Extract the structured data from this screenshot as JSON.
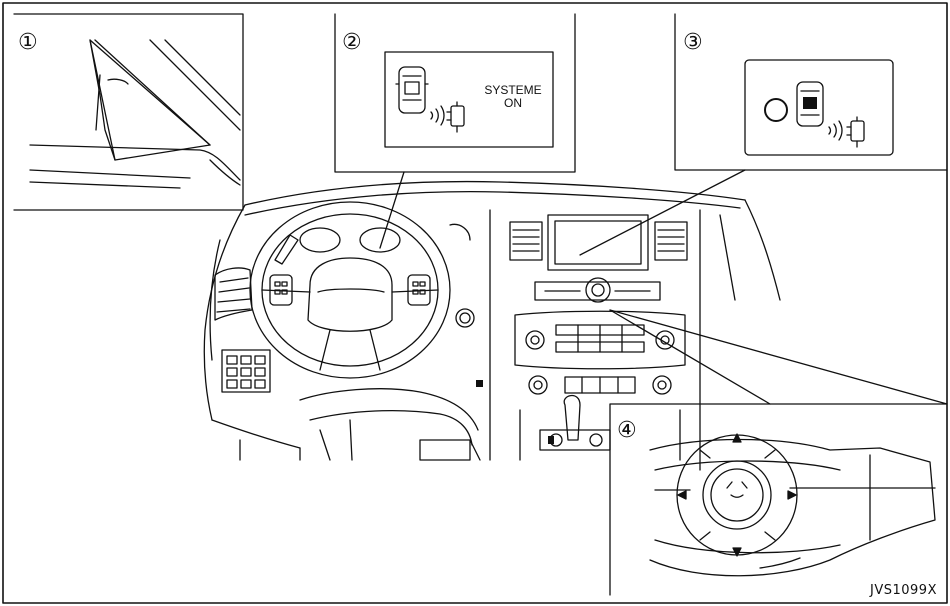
{
  "callouts": {
    "one": "①",
    "two": "②",
    "three": "③",
    "four": "④"
  },
  "indicator_text": {
    "line1": "SYSTEME",
    "line2": "ON"
  },
  "reference_code": "JVS1099X",
  "icons": [
    "mirror-indicator-icon",
    "vehicle-sonar-icon",
    "indicator-lamp-icon",
    "multifunction-controller-icon"
  ],
  "colors": {
    "line": "#111111",
    "background": "#ffffff"
  }
}
